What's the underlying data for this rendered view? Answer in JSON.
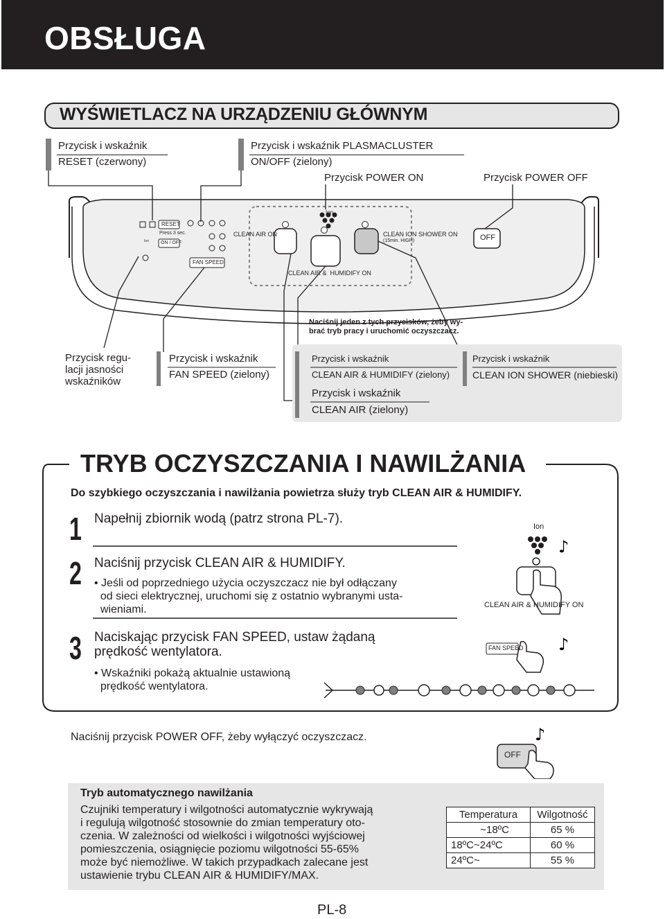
{
  "header": {
    "title": "OBSŁUGA"
  },
  "display_section": {
    "title": "WYŚWIETLACZ NA URZĄDZENIU GŁÓWNYM",
    "callouts": {
      "reset_line1": "Przycisk i wskaźnik",
      "reset_line2": "RESET (czerwony)",
      "plasma_line1": "Przycisk i wskaźnik PLASMACLUSTER",
      "plasma_line2": "ON/OFF (zielony)",
      "power_on": "Przycisk POWER ON",
      "power_off": "Przycisk POWER OFF"
    },
    "panel": {
      "reset": "RESET",
      "press3": "Press 3 sec.",
      "ion": "Ion",
      "on_off": "ON / OFF",
      "fan_speed": "FAN SPEED",
      "clean_air_on": "CLEAN AIR ON",
      "clean_ion_shower_on": "CLEAN ION SHOWER ON",
      "min_high": "(15min. HIGH)",
      "off": "OFF",
      "clean_air_humidify_on": "CLEAN AIR &  HUMIDIFY ON",
      "ion_top": "Ion"
    },
    "note": "Naciśnij jeden z tych przycisków, żeby wy-\nbrać tryb pracy i uruchomić oczyszczacz.",
    "labels": {
      "brightness": "Przycisk regu-\nlacji jasności\nwskaźników",
      "fan_line1": "Przycisk i wskaźnik",
      "fan_line2": "FAN SPEED (zielony)",
      "cah_line1": "Przycisk i wskaźnik",
      "cah_line2": "CLEAN AIR & HUMIDIFY (zielony)",
      "ion_line1": "Przycisk i wskaźnik",
      "ion_line2": "CLEAN ION SHOWER (niebieski)",
      "ca_line1": "Przycisk i wskaźnik",
      "ca_line2": "CLEAN AIR (zielony)"
    }
  },
  "mode_section": {
    "title": "TRYB OCZYSZCZANIA I NAWILŻANIA",
    "intro": "Do szybkiego oczyszczania i nawilżania powietrza służy tryb CLEAN AIR & HUMIDIFY.",
    "steps": [
      {
        "num": "1",
        "text": "Napełnij zbiornik wodą (patrz strona PL-7)."
      },
      {
        "num": "2",
        "text": "Naciśnij przycisk CLEAN AIR & HUMIDIFY.",
        "bullet": "• Jeśli od poprzedniego użycia oczyszczacz nie był odłączany\n  od sieci elektrycznej, uruchomi się z ostatnio wybranymi usta-\n  wieniami."
      },
      {
        "num": "3",
        "text": "Naciskając przycisk FAN SPEED, ustaw żądaną\nprędkość wentylatora.",
        "bullet": "• Wskaźniki pokażą aktualnie ustawioną\n  prędkość wentylatora."
      }
    ],
    "fig_ion": "Ion",
    "fig_cah": "CLEAN AIR & HUMIDIFY ON",
    "fig_fan": "FAN SPEED",
    "power_off_text": "Naciśnij przycisk POWER OFF, żeby wyłączyć oczyszczacz.",
    "fig_off": "OFF"
  },
  "auto_box": {
    "title": "Tryb automatycznego nawilżania",
    "body": "Czujniki temperatury i wilgotności automatycznie wykrywają\ni regulują wilgotność stosownie do zmian temperatury oto-\nczenia. W zależności od wielkości i wilgotności wyjściowej\npomieszczenia, osiągnięcie poziomu wilgotności 55-65%\nmoże być niemożliwe. W takich przypadkach zalecane jest\nustawienie trybu CLEAN AIR & HUMIDIFY/MAX.",
    "table": {
      "headers": [
        "Temperatura",
        "Wilgotność"
      ],
      "rows": [
        [
          "~18ºC",
          "65 %"
        ],
        [
          "18ºC~24ºC",
          "60 %"
        ],
        [
          "24ºC~",
          "55 %"
        ]
      ]
    }
  },
  "footer": {
    "page": "PL-8"
  },
  "colors": {
    "dark": "#231f20",
    "gray_bar": "#808080",
    "panel_bg": "#eeeeee",
    "label_bg": "#e8e8e8"
  }
}
